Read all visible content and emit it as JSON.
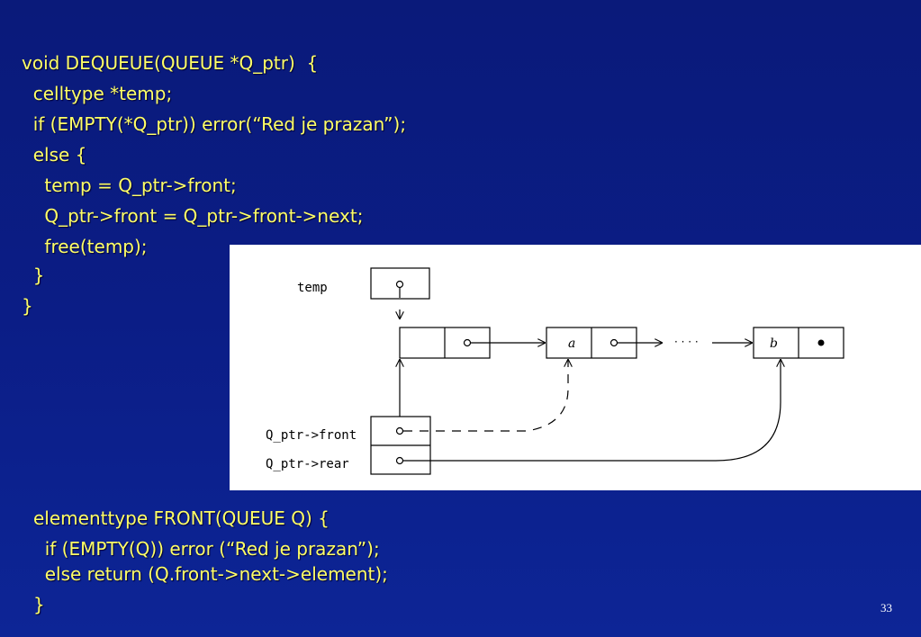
{
  "code_block_1": [
    "void DEQUEUE(QUEUE *Q_ptr)  {",
    "  celltype *temp;",
    "  if (EMPTY(*Q_ptr)) error(“Red je prazan”);",
    "  else {",
    "    temp = Q_ptr->front;",
    "    Q_ptr->front = Q_ptr->front->next;",
    "    free(temp);",
    "  }",
    "}"
  ],
  "diagram": {
    "temp_label": "temp",
    "front_label": "Q_ptr->front",
    "rear_label": "Q_ptr->rear",
    "node_a_label": "a",
    "node_b_label": "b",
    "ellipsis": "· · · ·"
  },
  "code_block_2": [
    "elementtype FRONT(QUEUE Q) {",
    "  if (EMPTY(Q)) error (“Red je prazan”);",
    "  else return (Q.front->next->element);",
    "}"
  ],
  "page_number": "33",
  "colors": {
    "background": "#0b1d86",
    "code_text": "#ffff66",
    "diagram_background": "#ffffff"
  }
}
